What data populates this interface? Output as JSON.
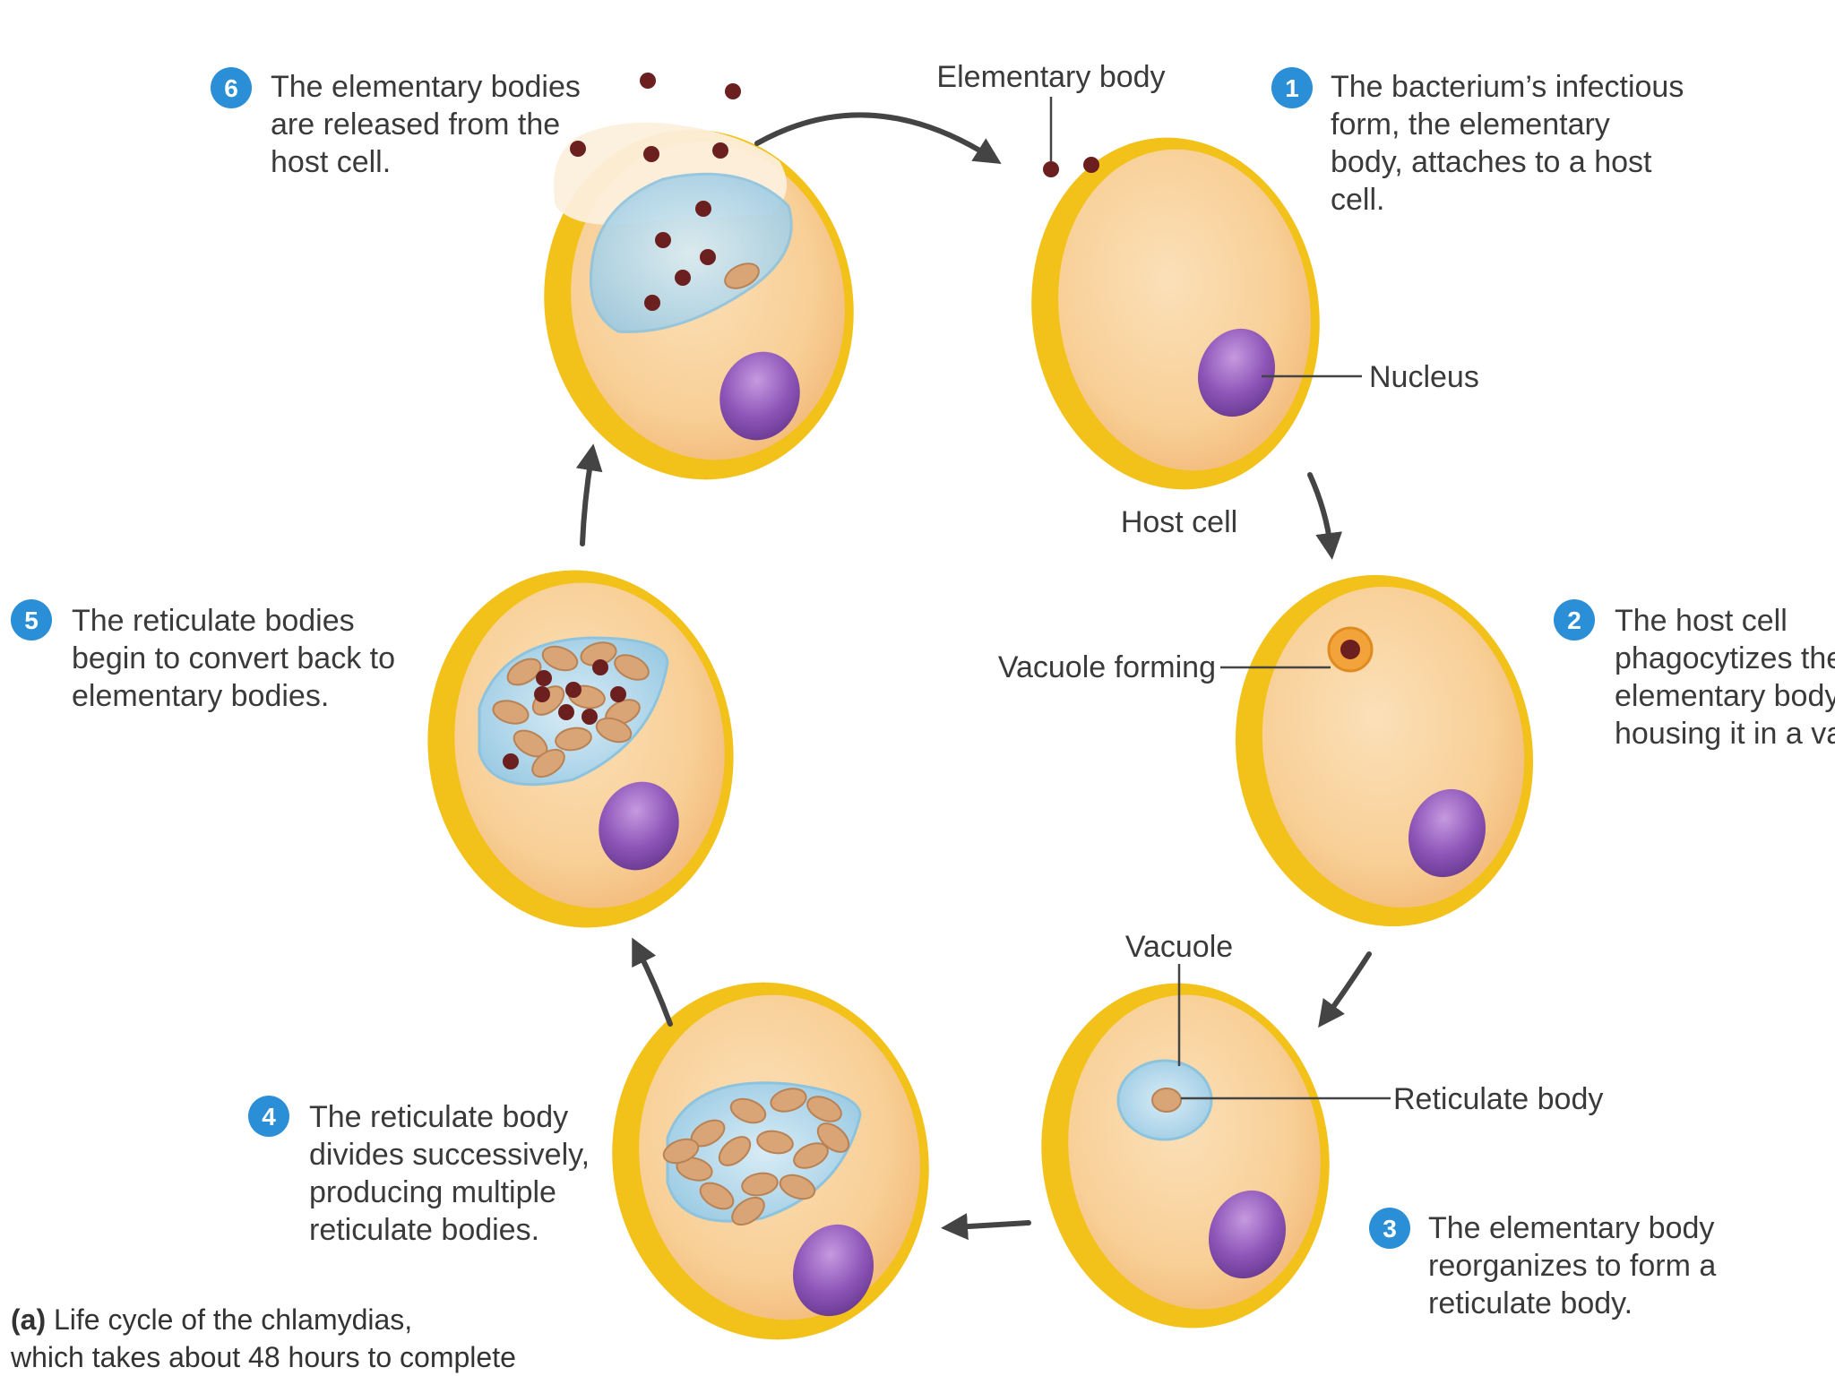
{
  "steps": [
    {
      "number": "1",
      "lines": [
        "The bacterium’s infectious",
        "form, the elementary",
        "body, attaches to a host",
        "cell."
      ]
    },
    {
      "number": "2",
      "lines": [
        "The host cell",
        "phagocytizes the",
        "elementary body,",
        "housing it in a va"
      ]
    },
    {
      "number": "3",
      "lines": [
        "The elementary body",
        "reorganizes to form a",
        "reticulate body."
      ]
    },
    {
      "number": "4",
      "lines": [
        "The reticulate body",
        "divides successively,",
        "producing multiple",
        "reticulate bodies."
      ]
    },
    {
      "number": "5",
      "lines": [
        "The reticulate bodies",
        "begin to convert back to",
        "elementary bodies."
      ]
    },
    {
      "number": "6",
      "lines": [
        "The elementary bodies",
        "are released from the",
        "host cell."
      ]
    }
  ],
  "labels": {
    "elementary_body": "Elementary body",
    "nucleus": "Nucleus",
    "host_cell": "Host cell",
    "vacuole_forming": "Vacuole forming",
    "vacuole": "Vacuole",
    "reticulate_body": "Reticulate body"
  },
  "caption": {
    "bold": "(a)",
    "line1": " Life cycle of the chlamydias,",
    "line2": "which takes about 48 hours to complete"
  },
  "colors": {
    "badge": "#2a8fd6",
    "cell_fill": "#f8cf96",
    "cell_rim": "#f2c21b",
    "nucleus": "#8e55b8",
    "vacuole": "#b9dced",
    "elementary_body": "#6b1f1f",
    "reticulate_body": "#d9a577",
    "arrow": "#444444"
  }
}
